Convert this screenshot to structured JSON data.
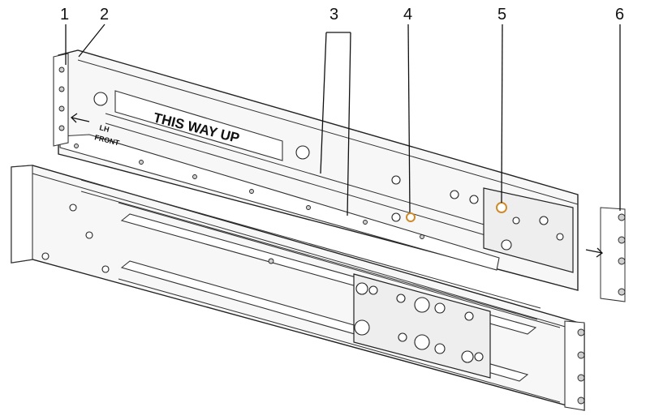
{
  "callouts": [
    "1",
    "2",
    "3",
    "4",
    "5",
    "6"
  ],
  "label_main": "THIS WAY UP",
  "label_lh": "LH",
  "label_front": "FRONT",
  "colors": {
    "stroke": "#222222",
    "fill": "#f7f7f7",
    "screw_accent": "#d08a2a"
  }
}
